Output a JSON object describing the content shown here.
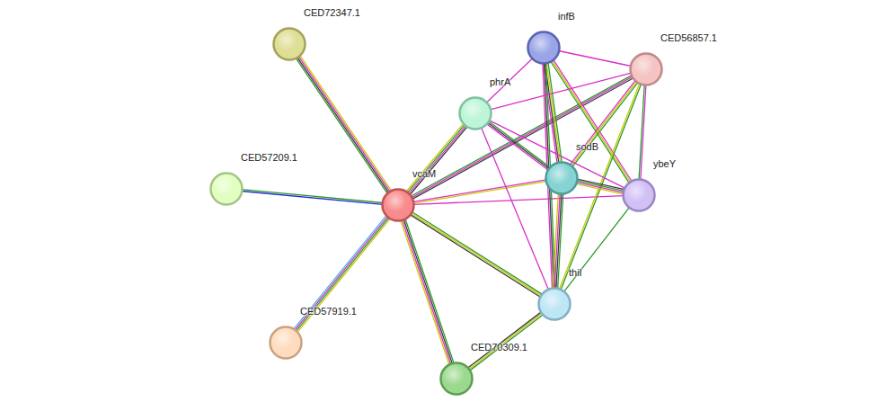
{
  "diagram": {
    "nodes": [
      {
        "text": [
          "CED72347.1"
        ]
      },
      {
        "text": [
          "infB"
        ]
      },
      {
        "text": [
          "CED56857.1"
        ]
      },
      {
        "text": [
          "phrA"
        ]
      },
      {
        "text": [
          "sodB"
        ]
      },
      {
        "text": [
          "CED57209.1"
        ]
      },
      {
        "text": [
          "vcaM"
        ]
      },
      {
        "text": [
          "ybeY"
        ]
      },
      {
        "text": [
          "thiI"
        ]
      },
      {
        "text": [
          "CED57919.1"
        ]
      },
      {
        "text": [
          "CED70309.1"
        ]
      }
    ],
    "edges": [
      {
        "from": 6,
        "to": 0,
        "arrow": "none"
      },
      {
        "from": 6,
        "to": 5,
        "arrow": "none"
      },
      {
        "from": 6,
        "to": 9,
        "arrow": "none"
      },
      {
        "from": 6,
        "to": 10,
        "arrow": "none"
      },
      {
        "from": 6,
        "to": 8,
        "arrow": "none"
      },
      {
        "from": 6,
        "to": 3,
        "arrow": "none"
      },
      {
        "from": 6,
        "to": 4,
        "arrow": "none"
      },
      {
        "from": 6,
        "to": 7,
        "arrow": "none"
      },
      {
        "from": 6,
        "to": 2,
        "arrow": "none"
      },
      {
        "from": 8,
        "to": 10,
        "arrow": "none"
      },
      {
        "from": 1,
        "to": 3,
        "arrow": "none"
      },
      {
        "from": 1,
        "to": 2,
        "arrow": "none"
      },
      {
        "from": 1,
        "to": 4,
        "arrow": "none"
      },
      {
        "from": 1,
        "to": 8,
        "arrow": "none"
      },
      {
        "from": 1,
        "to": 7,
        "arrow": "none"
      },
      {
        "from": 2,
        "to": 3,
        "arrow": "none"
      },
      {
        "from": 2,
        "to": 4,
        "arrow": "none"
      },
      {
        "from": 2,
        "to": 7,
        "arrow": "none"
      },
      {
        "from": 2,
        "to": 8,
        "arrow": "none"
      },
      {
        "from": 3,
        "to": 4,
        "arrow": "none"
      },
      {
        "from": 3,
        "to": 7,
        "arrow": "none"
      },
      {
        "from": 3,
        "to": 8,
        "arrow": "none"
      },
      {
        "from": 4,
        "to": 7,
        "arrow": "none"
      },
      {
        "from": 4,
        "to": 8,
        "arrow": "none"
      },
      {
        "from": 7,
        "to": 8,
        "arrow": "none"
      }
    ]
  }
}
